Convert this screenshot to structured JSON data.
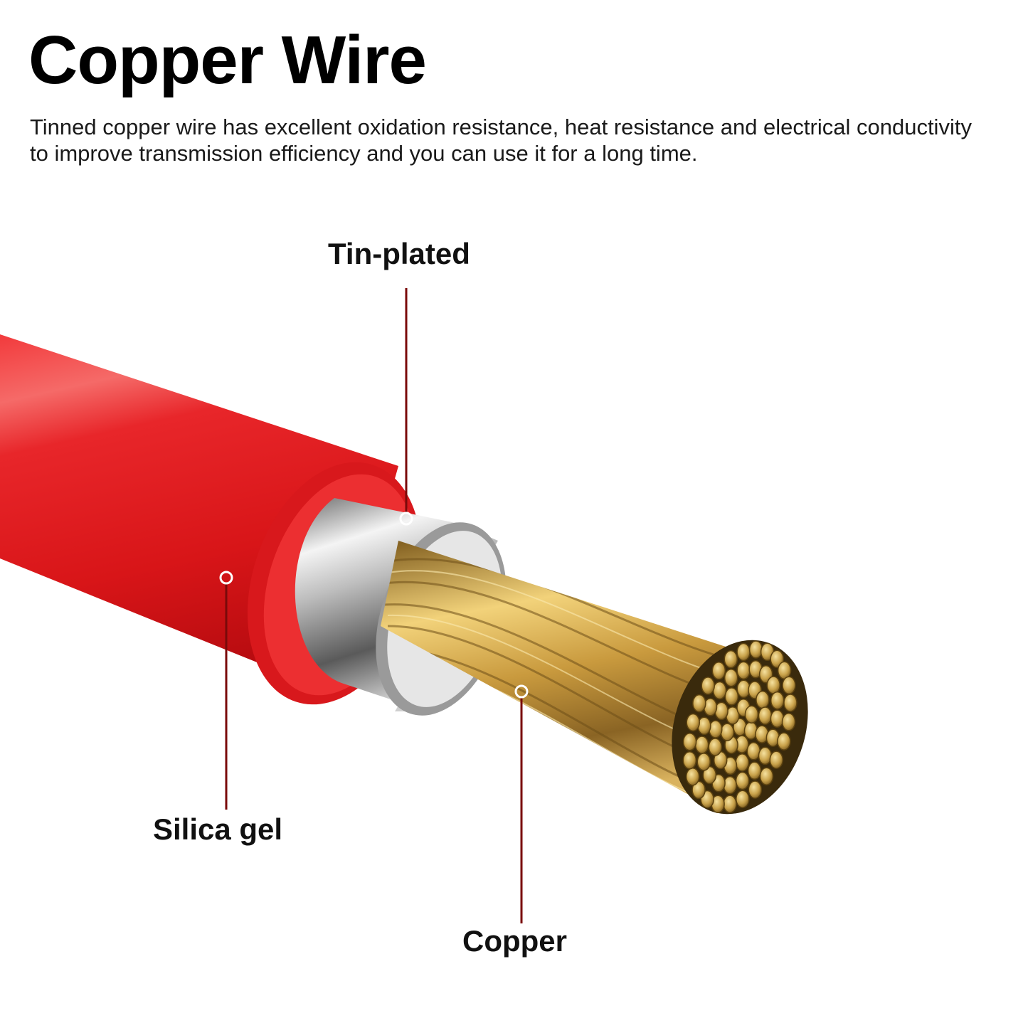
{
  "title": "Copper Wire",
  "description": "Tinned copper wire has excellent oxidation resistance, heat resistance and electrical conductivity to improve transmission efficiency and you can use it for a long time.",
  "callouts": {
    "tin_plated": "Tin-plated",
    "silica_gel": "Silica gel",
    "copper": "Copper"
  },
  "colors": {
    "insulation_red": "#e3161b",
    "insulation_shadow": "#b50d12",
    "tin_silver": "#c8c8c8",
    "copper_gold": "#c9a24a",
    "callout_line": "#7a0a0a"
  }
}
